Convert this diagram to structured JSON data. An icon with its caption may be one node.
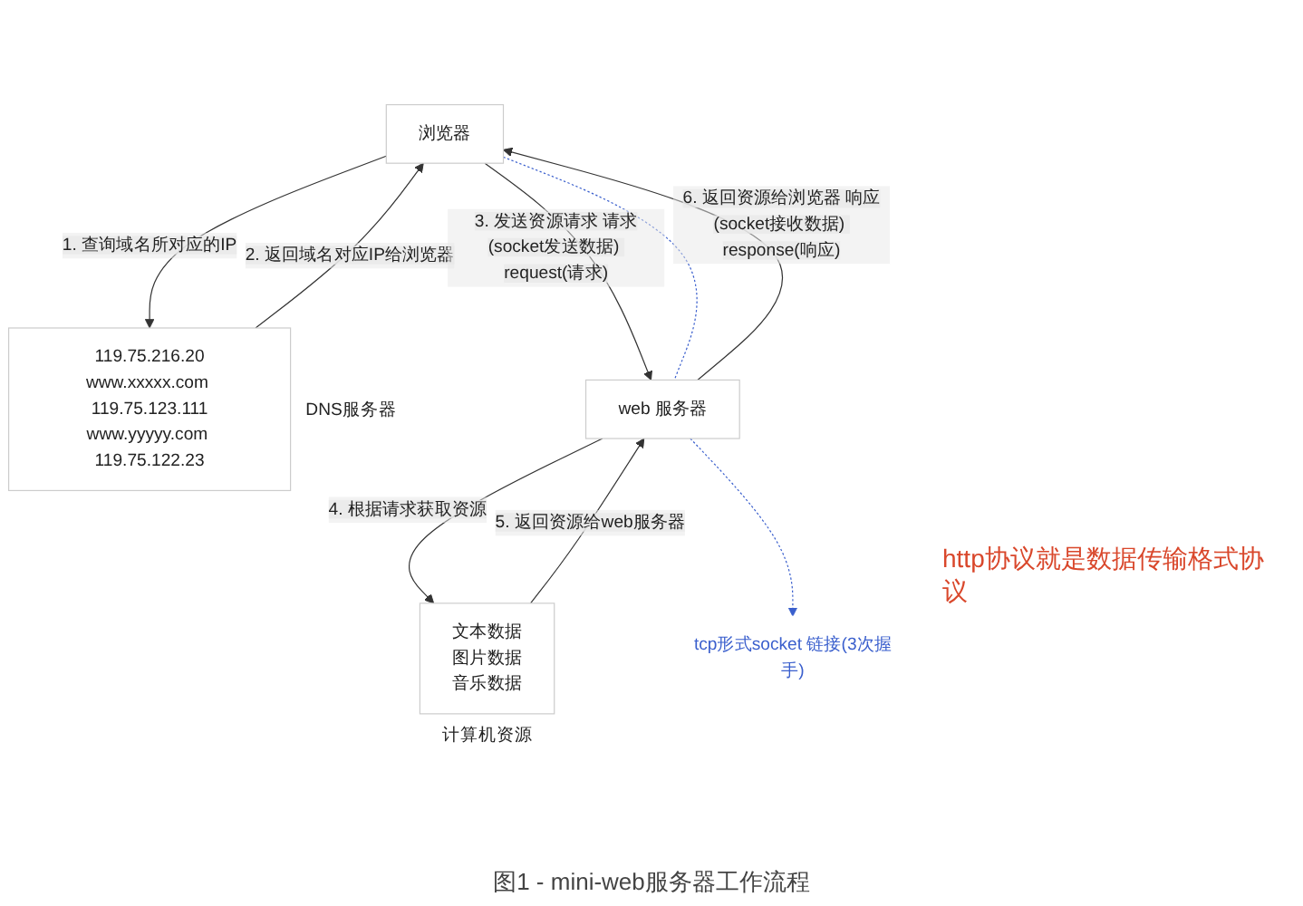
{
  "diagram": {
    "caption": "图1 - mini-web服务器工作流程",
    "nodes": [
      {
        "text": [
          "浏览器"
        ]
      },
      {
        "text": [
          "119.75.216.20",
          "www.xxxxx.com 119.75.123.111",
          "www.yyyyy.com 119.75.122.23"
        ],
        "beside": [
          "DNS服务器"
        ]
      },
      {
        "text": [
          "web 服务器"
        ]
      },
      {
        "text": [
          "文本数据",
          "图片数据",
          "音乐数据"
        ],
        "beside": [
          "计算机资源"
        ]
      },
      {
        "text": [
          "tcp形式socket 链接(3次握手)"
        ]
      }
    ],
    "edges": [
      {
        "from": 0,
        "to": 1,
        "arrow": "to",
        "label": "1. 查询域名所对应的IP"
      },
      {
        "from": 1,
        "to": 0,
        "arrow": "to",
        "label": "2. 返回域名对应IP给浏览器"
      },
      {
        "from": 0,
        "to": 2,
        "arrow": "to",
        "label": "3. 发送资源请求 请求(socket发送数据) request(请求)"
      },
      {
        "from": 2,
        "to": 0,
        "arrow": "to",
        "label": "6. 返回资源给浏览器 响应(socket接收数据) response(响应)"
      },
      {
        "from": 2,
        "to": 3,
        "arrow": "to",
        "label": "4. 根据请求获取资源"
      },
      {
        "from": 3,
        "to": 2,
        "arrow": "to",
        "label": "5. 返回资源给web服务器"
      },
      {
        "from": 0,
        "to": 2,
        "arrow": "none",
        "style": "dashed",
        "color": "#3a5fcd"
      },
      {
        "from": 2,
        "to": 4,
        "arrow": "to",
        "style": "dashed",
        "color": "#3a5fcd"
      }
    ],
    "labels": [
      "http协议就是数据传输格式协议"
    ]
  }
}
